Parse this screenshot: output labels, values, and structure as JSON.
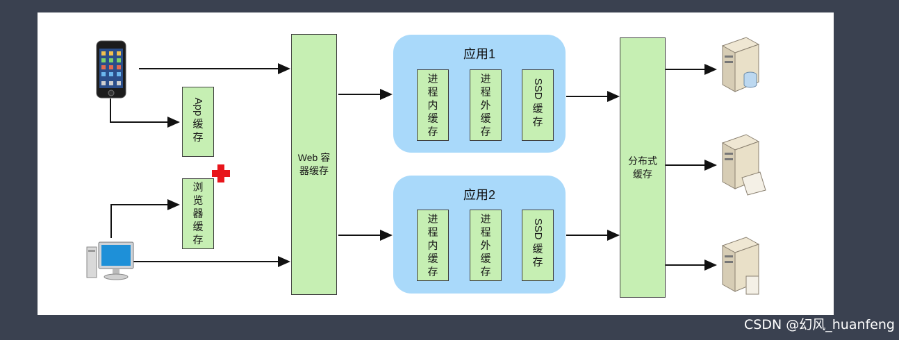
{
  "clients": {
    "app_cache": [
      "App",
      "缓",
      "存"
    ],
    "browser_cache": [
      "浏",
      "览",
      "器",
      "缓",
      "存"
    ]
  },
  "web_cache": {
    "line1": "Web 容",
    "line2": "器缓存"
  },
  "app1": {
    "title": "应用1",
    "in_process": [
      "进",
      "程",
      "内",
      "缓",
      "存"
    ],
    "out_process": [
      "进",
      "程",
      "外",
      "缓",
      "存"
    ],
    "ssd": [
      "SSD",
      "缓",
      "存"
    ]
  },
  "app2": {
    "title": "应用2",
    "in_process": [
      "进",
      "程",
      "内",
      "缓",
      "存"
    ],
    "out_process": [
      "进",
      "程",
      "外",
      "缓",
      "存"
    ],
    "ssd": [
      "SSD",
      "缓",
      "存"
    ]
  },
  "distributed_cache": {
    "line1": "分布式",
    "line2": "缓存"
  },
  "watermark": "CSDN @幻风_huanfeng",
  "colors": {
    "green_box": "#c6efb3",
    "app_container": "#a9d9fa",
    "red_cross": "#e8151b"
  }
}
